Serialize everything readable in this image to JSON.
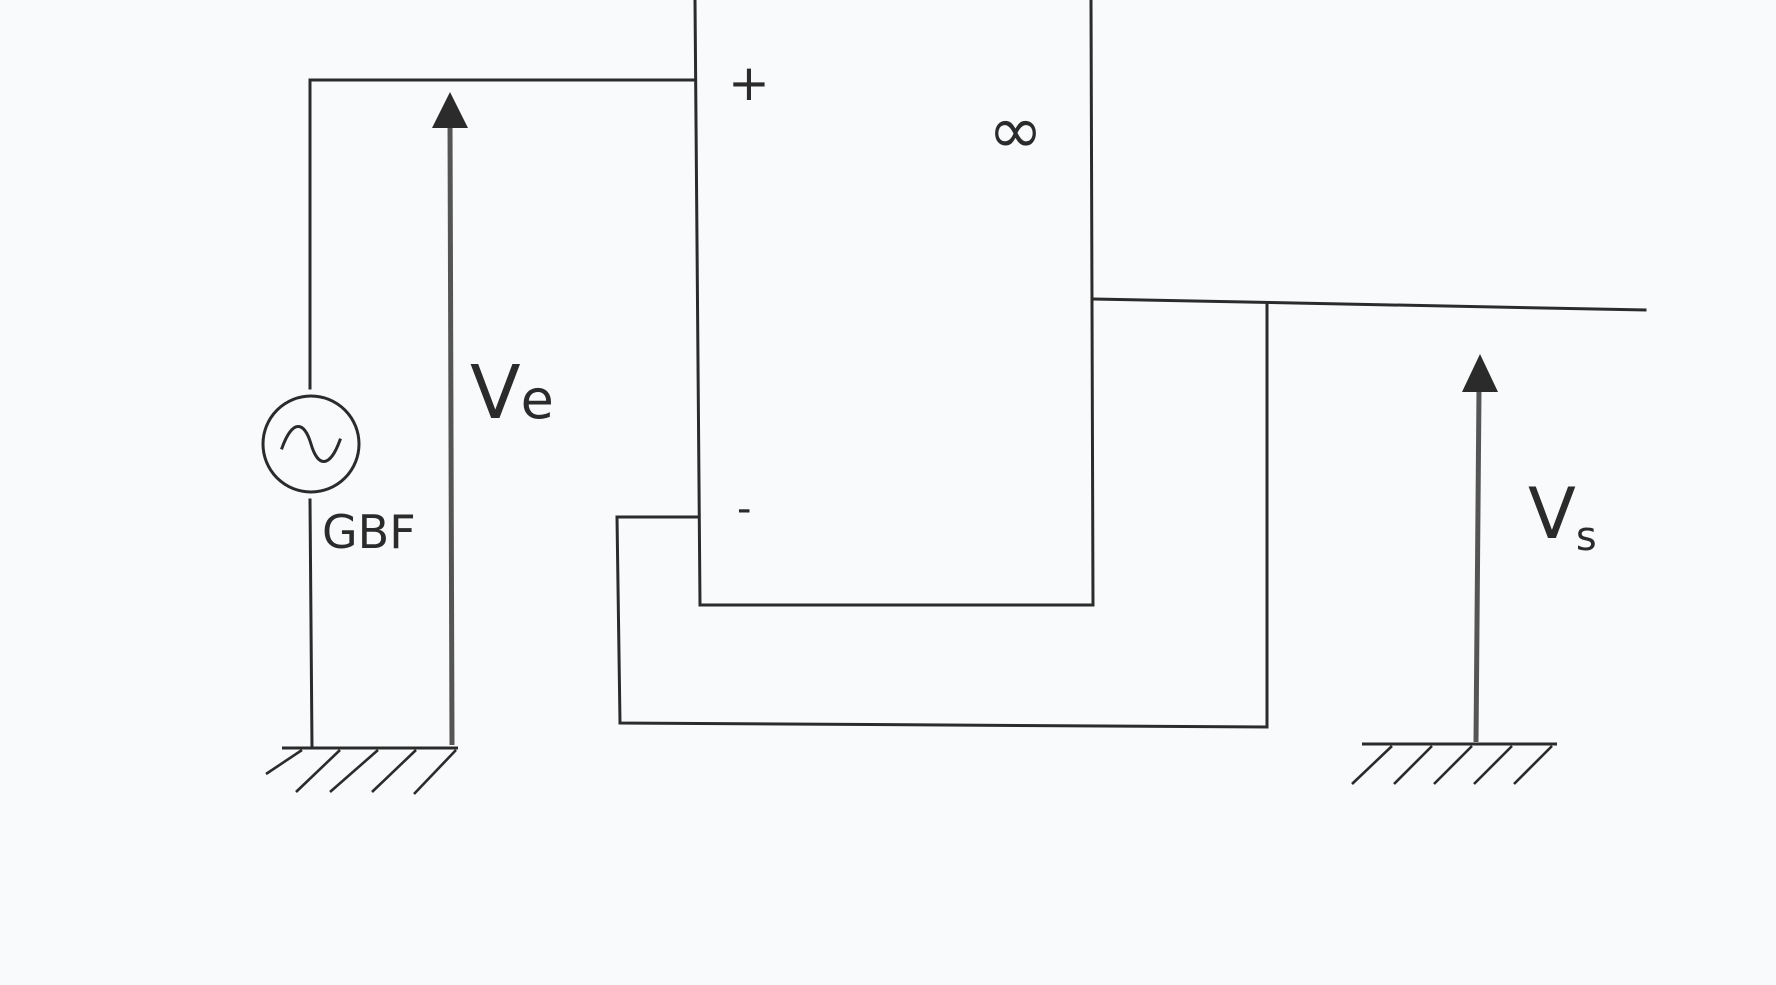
{
  "diagram": {
    "opamp": {
      "plus_label": "+",
      "minus_label": "-",
      "gain_label": "∞"
    },
    "source": {
      "label": "GBF",
      "symbol": "~"
    },
    "voltages": {
      "input_main": "V",
      "input_sub": "e",
      "output_main": "V",
      "output_sub": "s"
    },
    "colors": {
      "wire": "#2b2b2b",
      "background": "#f9fafb"
    }
  }
}
